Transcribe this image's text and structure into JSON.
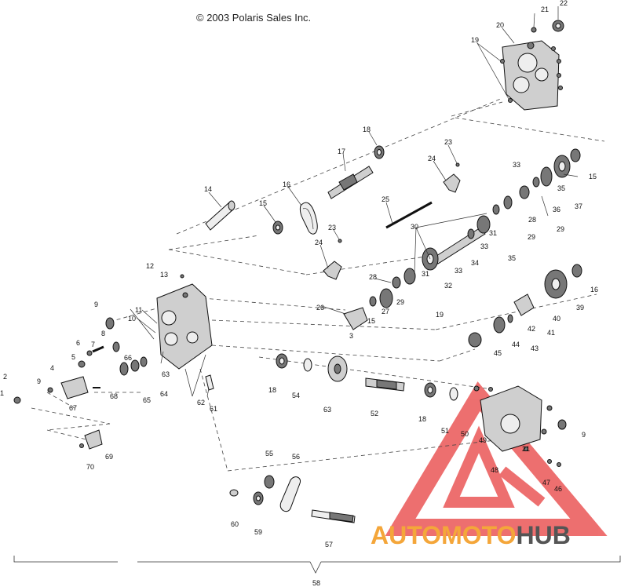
{
  "copyright": "© 2003 Polaris Sales Inc.",
  "logo": {
    "part1": "AUTO",
    "part2": "MOTO",
    "part3": "HUB",
    "colors": {
      "triangle": "#e84040",
      "accent": "#f4a63a",
      "dark": "#555555"
    }
  },
  "callouts": {
    "c1": "1",
    "c2": "2",
    "c3": "3",
    "c4": "4",
    "c5": "5",
    "c6": "6",
    "c7": "7",
    "c8": "8",
    "c9a": "9",
    "c9b": "9",
    "c9c": "9",
    "c10": "10",
    "c11": "11",
    "c12": "12",
    "c13": "13",
    "c14": "14",
    "c15a": "15",
    "c15b": "15",
    "c15c": "15",
    "c16a": "16",
    "c16b": "16",
    "c17": "17",
    "c18a": "18",
    "c18b": "18",
    "c18c": "18",
    "c19a": "19",
    "c19b": "19",
    "c20": "20",
    "c21a": "21",
    "c21b": "21",
    "c22": "22",
    "c23a": "23",
    "c23b": "23",
    "c24a": "24",
    "c24b": "24",
    "c25": "25",
    "c26": "26",
    "c27": "27",
    "c28a": "28",
    "c28b": "28",
    "c29a": "29",
    "c29b": "29",
    "c29c": "29",
    "c30": "30",
    "c31a": "31",
    "c31b": "31",
    "c32": "32",
    "c33a": "33",
    "c33b": "33",
    "c33c": "33",
    "c34": "34",
    "c35a": "35",
    "c35b": "35",
    "c36": "36",
    "c37": "37",
    "c39": "39",
    "c40": "40",
    "c41": "41",
    "c42": "42",
    "c43": "43",
    "c44": "44",
    "c45": "45",
    "c46": "46",
    "c47": "47",
    "c48": "48",
    "c49": "49",
    "c50": "50",
    "c51": "51",
    "c52": "52",
    "c54": "54",
    "c55": "55",
    "c56": "56",
    "c57": "57",
    "c58": "58",
    "c59": "59",
    "c60": "60",
    "c61": "61",
    "c62": "62",
    "c63a": "63",
    "c63b": "63",
    "c64": "64",
    "c65": "65",
    "c66": "66",
    "c67": "67",
    "c68": "68",
    "c69": "69",
    "c70": "70"
  }
}
